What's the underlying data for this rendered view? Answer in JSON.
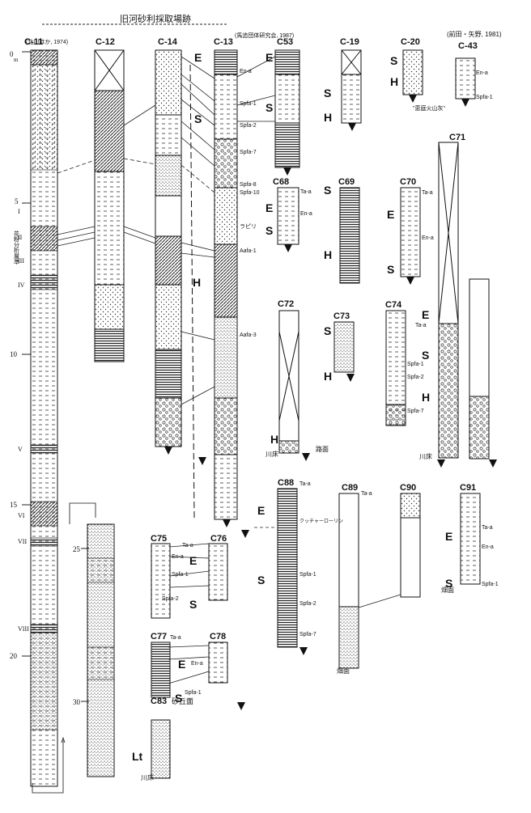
{
  "header_note": "旧河砂利採取場跡",
  "source_left": "(北川ほか, 1974)",
  "source_mid": "(馬追団体研究会, 1987)",
  "source_right": "(前田・矢野, 1981)",
  "depth_unit": "m",
  "depth_ticks": [
    "0",
    "5",
    "10",
    "15",
    "20",
    "25",
    "30"
  ],
  "roman_numerals": [
    "I",
    "II",
    "III",
    "IV",
    "V",
    "VI",
    "VII",
    "VIII"
  ],
  "c11_side_label": "花粉分析層準",
  "column_titles": [
    "C-11",
    "C-12",
    "C-14",
    "C-13",
    "C53",
    "C-19",
    "C-20",
    "C-43",
    "C68",
    "C69",
    "C70",
    "C71",
    "C72",
    "C73",
    "C74",
    "C75",
    "C76",
    "C77",
    "C78",
    "C83",
    "C88",
    "C89",
    "C90",
    "C91"
  ],
  "unit_letters": {
    "E": "E",
    "S": "S",
    "H": "H",
    "Lt": "Lt"
  },
  "tephra": {
    "ta_a": "Ta-a",
    "en_a": "En-a",
    "spfa_1": "Spfa-1",
    "spfa_2": "Spfa-2",
    "spfa_7": "Spfa-7",
    "spfa_8": "Spfa-8",
    "spfa_10": "Spfa-10",
    "rapiri": "ラピリ",
    "aafa_1": "Aafa-1",
    "aafa_3": "Aafa-3",
    "kutchan": "クッチャーローリン",
    "eniwa_volcanic_ash": "\"恵庭火山灰\""
  },
  "c83_note": "砂丘面",
  "ground_labels": {
    "river_bed": "川床",
    "field": "畑面",
    "road": "路面"
  }
}
